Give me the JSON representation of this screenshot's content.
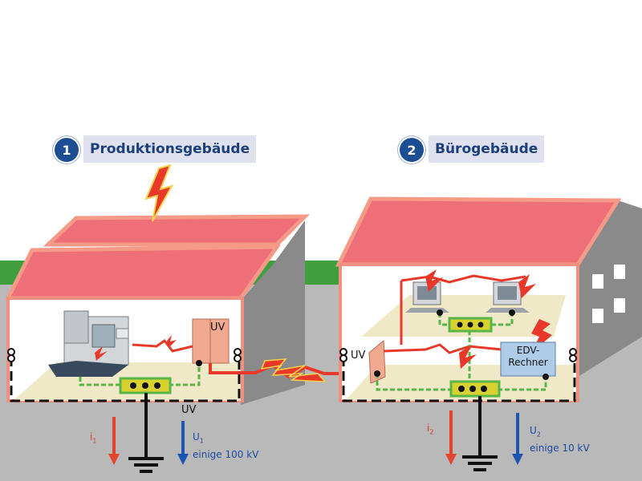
{
  "building1": {
    "number": "1",
    "title": "Produktionsgebäude"
  },
  "building2": {
    "number": "2",
    "title": "Bürogebäude"
  },
  "labels": {
    "uv_production": "UV",
    "uv_ground": "UV",
    "uv_office": "UV",
    "edv_line1": "EDV-",
    "edv_line2": "Rechner",
    "i1": "i",
    "i1_sub": "1",
    "u1": "U",
    "u1_sub": "1",
    "u1_value": "einige 100 kV",
    "i2": "i",
    "i2_sub": "2",
    "u2": "U",
    "u2_sub": "2",
    "u2_value": "einige 10 kV"
  },
  "colors": {
    "ground": "#b9b9b9",
    "grass": "#3f9e3e",
    "roof": "#ee6f78",
    "roof_edge": "#f29080",
    "floor": "#efe9c8",
    "cable_red": "#e8382a",
    "equip_green": "#58b548",
    "arrow_red": "#e2452f",
    "arrow_blue": "#1f55b0",
    "badge_blue": "#1d4d92",
    "title_bg": "#dfe1ee"
  },
  "icons": [
    "lightning-icon",
    "cnc-machine-icon",
    "computer-icon",
    "ground-symbol-icon"
  ]
}
